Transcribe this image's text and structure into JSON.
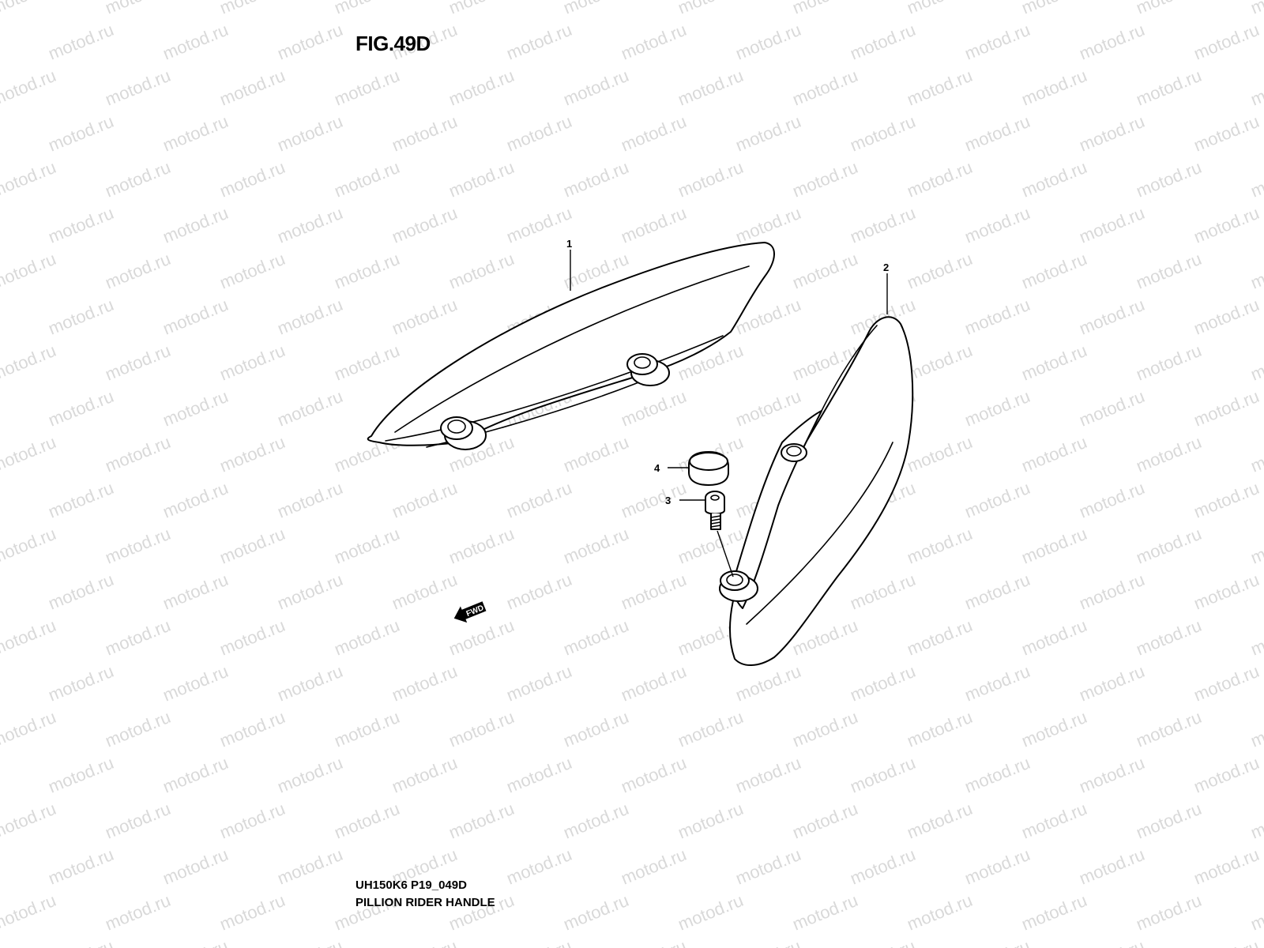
{
  "figure": {
    "title": "FIG.49D",
    "code": "UH150K6 P19_049D",
    "name": "PILLION RIDER HANDLE"
  },
  "watermark": "motod.ru",
  "callouts": {
    "part1": "1",
    "part2": "2",
    "part3": "3",
    "part4": "4"
  },
  "direction_marker": {
    "label": "FWD",
    "icon": "arrow-left-icon"
  },
  "colors": {
    "line": "#000000",
    "background": "#ffffff",
    "watermark": "#d9d9d9"
  }
}
